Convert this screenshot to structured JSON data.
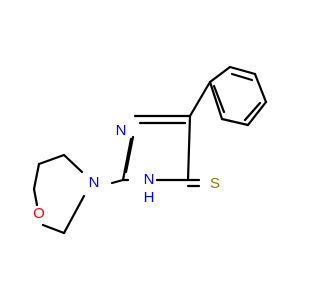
{
  "molecule": {
    "atom_labels": {
      "n_ring_top": "N",
      "nh_n": "N",
      "nh_h": "H",
      "n_morpholine": "N",
      "o_morpholine": "O",
      "s_thione": "S"
    },
    "colors": {
      "bond": "#000000",
      "nitrogen": "#0000ff",
      "oxygen": "#ff0000",
      "sulfur": "#808000"
    }
  }
}
